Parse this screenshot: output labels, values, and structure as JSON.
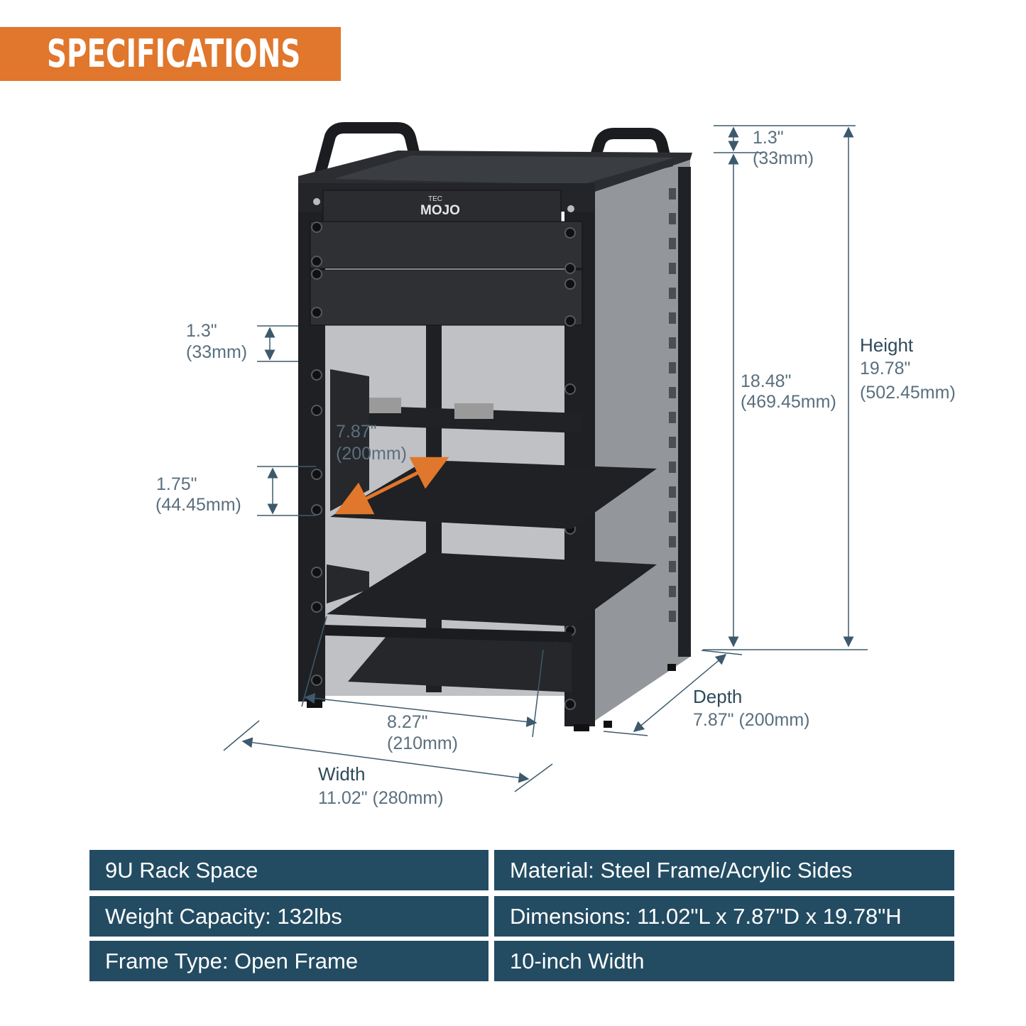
{
  "header": {
    "title": "SPECIFICATIONS"
  },
  "brand": {
    "logo_small": "TEC",
    "logo": "MOJO"
  },
  "dimensions": {
    "top_gap": {
      "inch": "1.3\"",
      "mm": "(33mm)"
    },
    "inner_height": {
      "inch": "18.48\"",
      "mm": "(469.45mm)"
    },
    "height": {
      "label": "Height",
      "inch": "19.78\"",
      "mm": "(502.45mm)"
    },
    "rack_gap": {
      "inch": "1.3\"",
      "mm": "(33mm)"
    },
    "shelf_depth": {
      "inch": "7.87\"",
      "mm": "(200mm)"
    },
    "unit_height": {
      "inch": "1.75\"",
      "mm": "(44.45mm)"
    },
    "inner_width": {
      "inch": "8.27\"",
      "mm": "(210mm)"
    },
    "depth": {
      "label": "Depth",
      "value": "7.87\" (200mm)"
    },
    "width": {
      "label": "Width",
      "value": "11.02\" (280mm)"
    }
  },
  "specs": [
    "9U Rack Space",
    "Material: Steel Frame/Acrylic Sides",
    "Weight Capacity: 132lbs",
    "Dimensions: 11.02\"L x 7.87\"D x 19.78\"H",
    "Frame Type: Open Frame",
    "10-inch Width"
  ],
  "colors": {
    "accent": "#e0772c",
    "table": "#234c62",
    "label": "#5a6f7e",
    "dim_line": "#3d5a6c"
  }
}
